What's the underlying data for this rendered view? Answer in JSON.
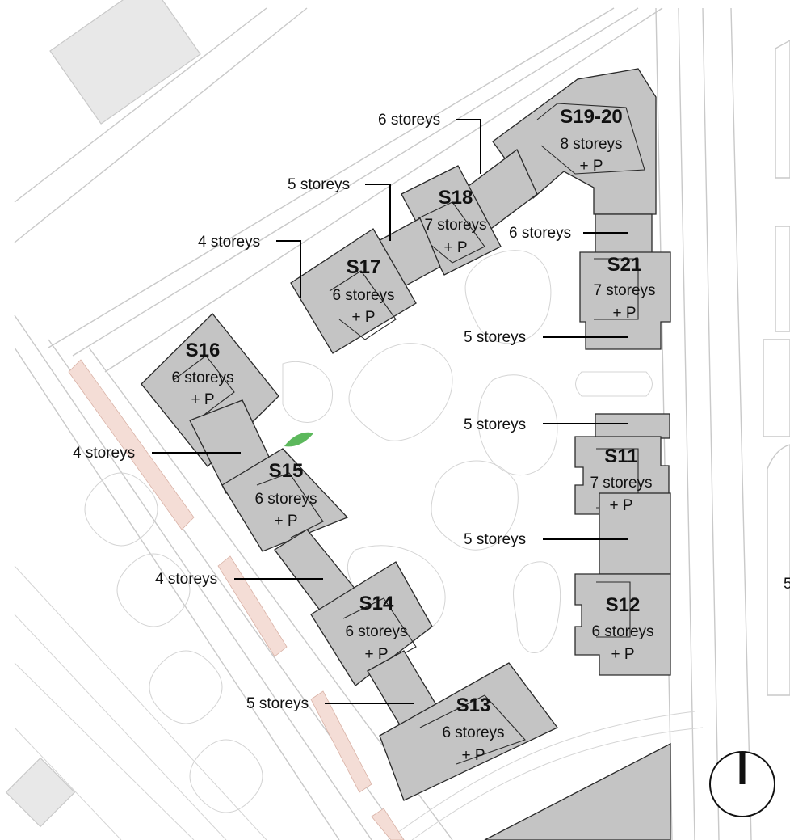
{
  "buildings": [
    {
      "id": "s19-20",
      "name": "S19-20",
      "line1": "8 storeys",
      "line2": "+ P"
    },
    {
      "id": "s18",
      "name": "S18",
      "line1": "7 storeys",
      "line2": "+ P"
    },
    {
      "id": "s17",
      "name": "S17",
      "line1": "6 storeys",
      "line2": "+ P"
    },
    {
      "id": "s16",
      "name": "S16",
      "line1": "6 storeys",
      "line2": "+ P"
    },
    {
      "id": "s15",
      "name": "S15",
      "line1": "6 storeys",
      "line2": "+ P"
    },
    {
      "id": "s14",
      "name": "S14",
      "line1": "6 storeys",
      "line2": "+ P"
    },
    {
      "id": "s13",
      "name": "S13",
      "line1": "6 storeys",
      "line2": "+ P"
    },
    {
      "id": "s21",
      "name": "S21",
      "line1": "7 storeys",
      "line2": "+ P"
    },
    {
      "id": "s11",
      "name": "S11",
      "line1": "7 storeys",
      "line2": "+ P"
    },
    {
      "id": "s12",
      "name": "S12",
      "line1": "6 storeys",
      "line2": "+ P"
    }
  ],
  "labels": [
    "6 storeys",
    "5 storeys",
    "4 storeys",
    "6 storeys",
    "5 storeys",
    "5 storeys",
    "5 storeys",
    "4 storeys",
    "4 storeys",
    "5 storeys"
  ],
  "edge_text": "5",
  "colors": {
    "building_fill": "#c4c4c4",
    "context_lines": "#c9c9c9",
    "hatch": "#f4ddd6",
    "green_patch": "#5cb85c"
  }
}
